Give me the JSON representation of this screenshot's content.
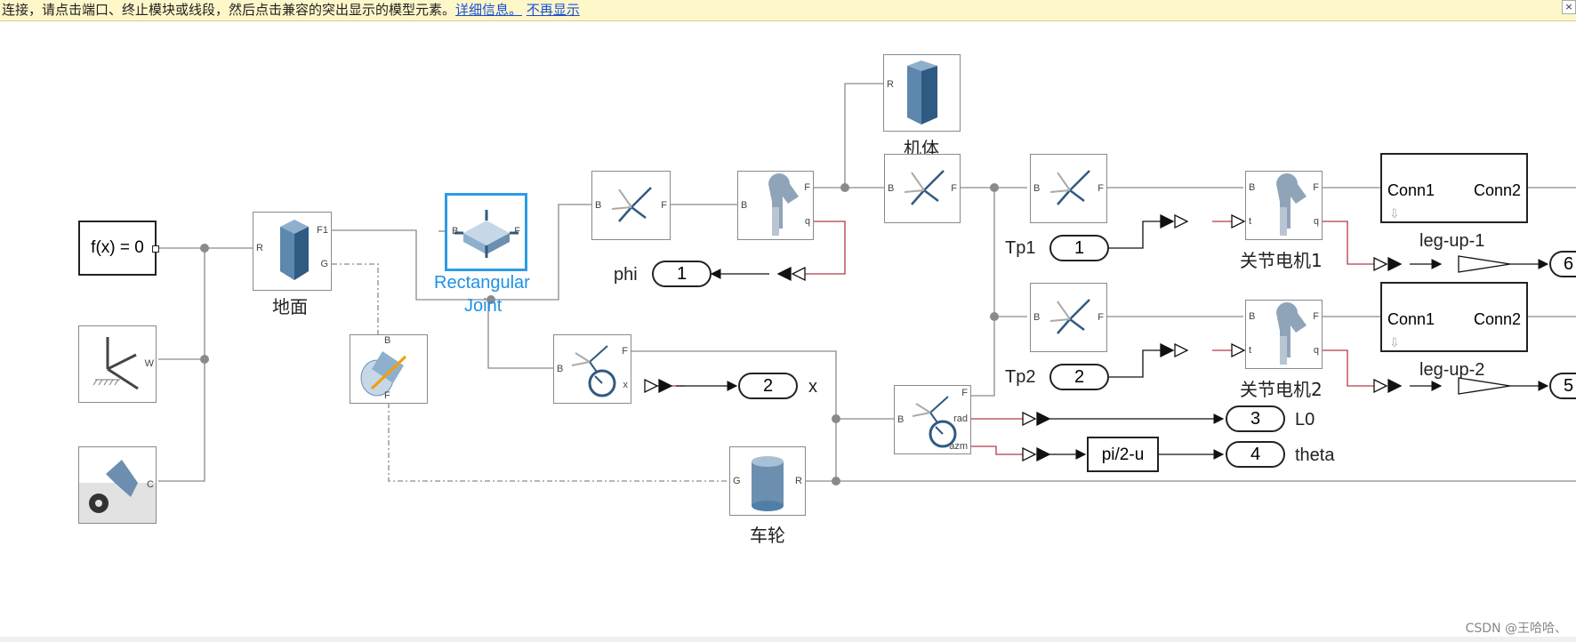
{
  "banner": {
    "message": "连接，请点击端口、终止模块或线段，然后点击兼容的突出显示的模型元素。",
    "link_details": "详细信息。",
    "link_dismiss": "不再显示"
  },
  "blocks": {
    "fx": {
      "text": "f(x) = 0"
    },
    "ground": {
      "label": "地面",
      "port_r": "R",
      "port_f1": "F1",
      "port_g": "G"
    },
    "world": {
      "port_w": "W"
    },
    "config": {
      "port_c": "C"
    },
    "rect_joint": {
      "label_line1": "Rectangular",
      "label_line2": "Joint",
      "port_b": "B",
      "port_f": "F"
    },
    "transform1": {
      "port_b": "B",
      "port_f": "F"
    },
    "revolute1": {
      "port_b": "B",
      "port_f": "F",
      "port_q": "q"
    },
    "body": {
      "label": "机体",
      "port_r": "R"
    },
    "transform2": {
      "port_b": "B",
      "port_f": "F"
    },
    "transform3": {
      "port_b": "B",
      "port_f": "F"
    },
    "transform4": {
      "port_b": "B",
      "port_f": "F"
    },
    "motor1": {
      "label": "关节电机1",
      "port_b": "B",
      "port_f": "F",
      "port_t": "t",
      "port_q": "q"
    },
    "motor2": {
      "label": "关节电机2",
      "port_b": "B",
      "port_f": "F",
      "port_t": "t",
      "port_q": "q"
    },
    "sensor_x": {
      "port_b": "B",
      "port_f": "F",
      "port_x": "x"
    },
    "sensor_polar": {
      "port_b": "B",
      "port_f": "F",
      "port_rad": "rad",
      "port_azm": "azm"
    },
    "wheel": {
      "label": "车轮",
      "port_g": "G",
      "port_r": "R"
    },
    "cylinder_joint": {
      "port_b": "B",
      "port_f": "F"
    },
    "subsys1": {
      "name": "leg-up-1",
      "conn1": "Conn1",
      "conn2": "Conn2"
    },
    "subsys2": {
      "name": "leg-up-2",
      "conn1": "Conn1",
      "conn2": "Conn2"
    },
    "pi_fn": {
      "text": "pi/2-u"
    }
  },
  "ports": {
    "tp1": {
      "name": "Tp1",
      "num": "1"
    },
    "tp2": {
      "name": "Tp2",
      "num": "2"
    },
    "phi": {
      "name": "phi",
      "num": "1"
    },
    "x": {
      "name": "x",
      "num": "2"
    },
    "l0": {
      "name": "L0",
      "num": "3"
    },
    "theta": {
      "name": "theta",
      "num": "4"
    },
    "out6": {
      "num": "6"
    },
    "out5": {
      "num": "5"
    }
  },
  "watermark": "CSDN @王哈哈、",
  "colors": {
    "selected": "#2f9be8",
    "body_blue": "#4f7fa6",
    "signal_line": "#b23a4a",
    "banner_bg": "#fdf7c9"
  }
}
